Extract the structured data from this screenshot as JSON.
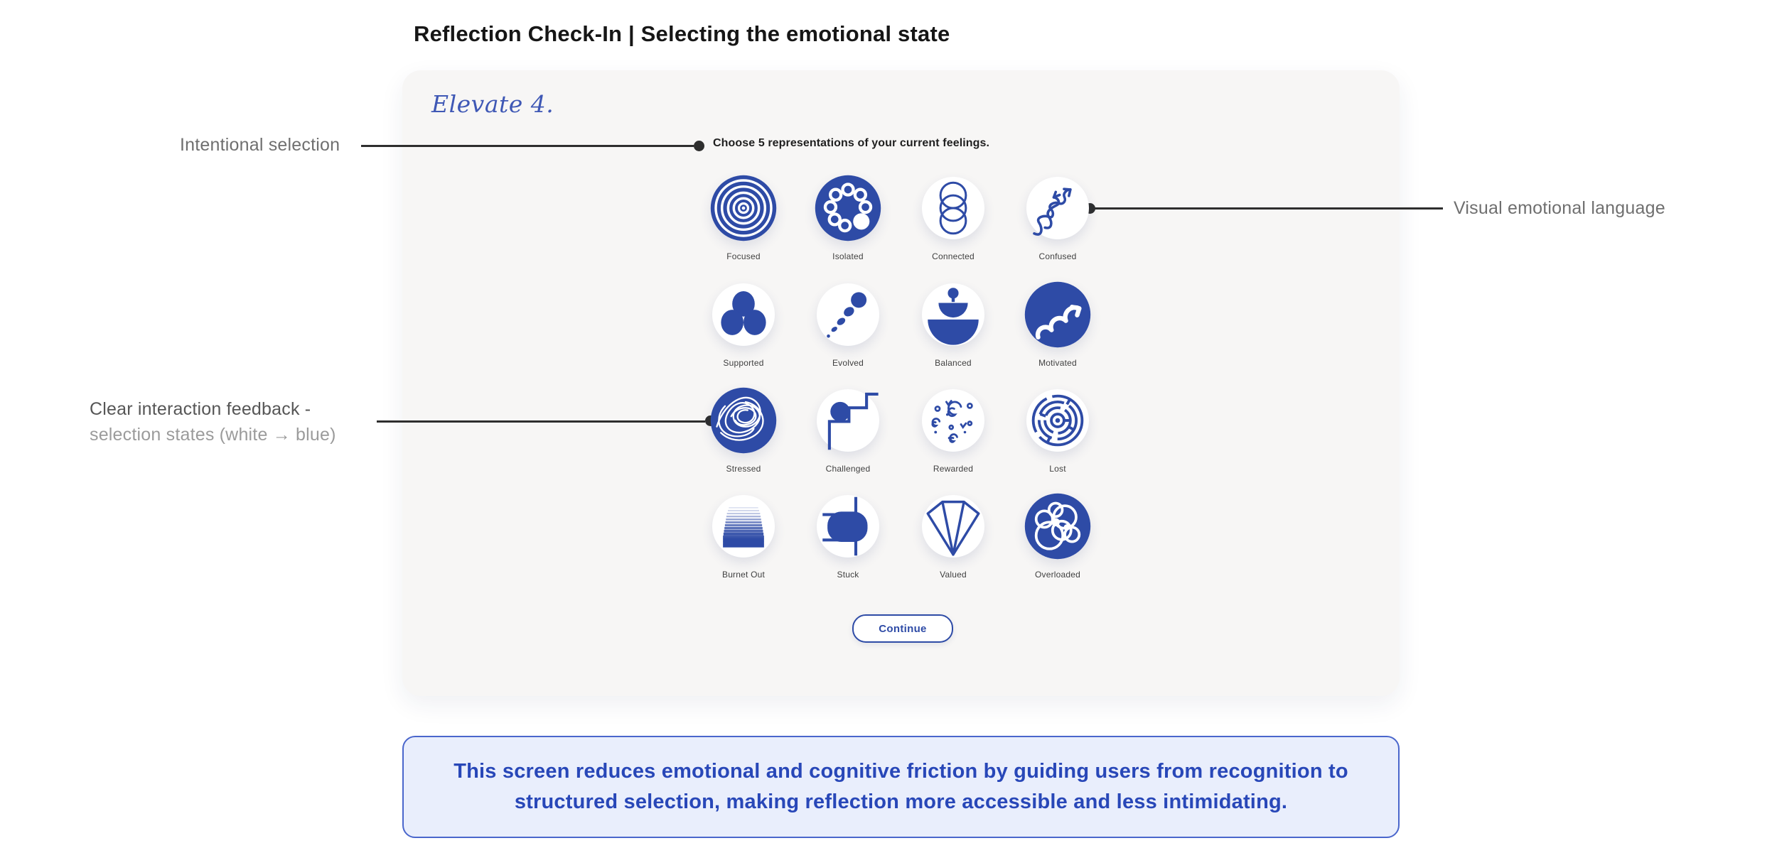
{
  "page": {
    "title": "Reflection Check-In | Selecting the emotional state"
  },
  "card": {
    "logo": "Elevate 4.",
    "instruction": "Choose 5 representations of your current feelings.",
    "continue_label": "Continue",
    "emotions": [
      {
        "label": "Focused",
        "icon": "focused-icon",
        "selected": true
      },
      {
        "label": "Isolated",
        "icon": "isolated-icon",
        "selected": true
      },
      {
        "label": "Connected",
        "icon": "connected-icon",
        "selected": false
      },
      {
        "label": "Confused",
        "icon": "confused-icon",
        "selected": false
      },
      {
        "label": "Supported",
        "icon": "supported-icon",
        "selected": false
      },
      {
        "label": "Evolved",
        "icon": "evolved-icon",
        "selected": false
      },
      {
        "label": "Balanced",
        "icon": "balanced-icon",
        "selected": false
      },
      {
        "label": "Motivated",
        "icon": "motivated-icon",
        "selected": true
      },
      {
        "label": "Stressed",
        "icon": "stressed-icon",
        "selected": true
      },
      {
        "label": "Challenged",
        "icon": "challenged-icon",
        "selected": false
      },
      {
        "label": "Rewarded",
        "icon": "rewarded-icon",
        "selected": false
      },
      {
        "label": "Lost",
        "icon": "lost-icon",
        "selected": false
      },
      {
        "label": "Burnet Out",
        "icon": "burnt-out-icon",
        "selected": false
      },
      {
        "label": "Stuck",
        "icon": "stuck-icon",
        "selected": false
      },
      {
        "label": "Valued",
        "icon": "valued-icon",
        "selected": false
      },
      {
        "label": "Overloaded",
        "icon": "overloaded-icon",
        "selected": true
      }
    ]
  },
  "annotations": {
    "intentional_selection": "Intentional selection",
    "visual_language": "Visual emotional language",
    "feedback_line1": "Clear interaction feedback -",
    "feedback_line2": "selection states (white → blue)"
  },
  "note": {
    "text": "This screen reduces emotional and cognitive friction by guiding users from recognition to structured selection, making reflection more accessible and less intimidating."
  },
  "colors": {
    "primary_blue": "#2e4ba6",
    "logo_blue": "#3f58b5",
    "card_bg": "#f7f6f5",
    "note_bg": "#e9eefc",
    "note_border": "#4a66cc",
    "note_text": "#2847b8",
    "annotation_gray": "#6f6f6f",
    "connector_dark": "#2e2e2e"
  }
}
